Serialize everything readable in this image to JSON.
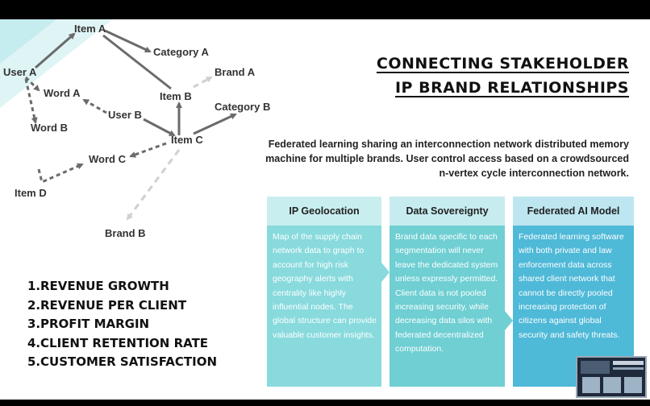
{
  "title": {
    "line1": "CONNECTING STAKEHOLDER",
    "line2": "IP BRAND RELATIONSHIPS"
  },
  "description": "Federated learning sharing an interconnection network distributed memory machine for multiple brands. User control access based on a crowdsourced n-vertex cycle interconnection network.",
  "graph": {
    "nodes": {
      "item_a": "Item A",
      "category_a": "Category A",
      "user_a": "User A",
      "brand_a": "Brand A",
      "word_a": "Word A",
      "item_b": "Item B",
      "category_b": "Category B",
      "user_b": "User B",
      "word_b": "Word B",
      "item_c": "Item C",
      "word_c": "Word C",
      "item_d": "Item D",
      "brand_b": "Brand B"
    }
  },
  "cards": [
    {
      "header": "IP Geolocation",
      "body": "Map of the supply chain network data to graph to account for high risk geography alerts with centrality like highly influential nodes. The global structure can provide valuable customer insights."
    },
    {
      "header": "Data Sovereignty",
      "body": "Brand data specific to each segmentation will never leave the dedicated system unless expressly permitted. Client data is not pooled increasing security, while decreasing data silos with federated decentralized computation."
    },
    {
      "header": "Federated AI Model",
      "body": "Federated learning software with both private and law enforcement data across shared client network that cannot be directly pooled increasing protection of citizens against global security and safety threats."
    }
  ],
  "metrics": [
    {
      "num": "1.",
      "label": "REVENUE GROWTH"
    },
    {
      "num": "2.",
      "label": "REVENUE PER CLIENT"
    },
    {
      "num": "3.",
      "label": "PROFIT MARGIN"
    },
    {
      "num": "4.",
      "label": "CLIENT RETENTION RATE"
    },
    {
      "num": "5.",
      "label": "CUSTOMER SATISFACTION"
    }
  ],
  "colors": {
    "teal_light": "#c9eeef",
    "teal_mid": "#6fcfd3",
    "blue": "#4fb9d8",
    "arrow_dark": "#6b6b6b",
    "arrow_light": "#d0d0d0"
  }
}
